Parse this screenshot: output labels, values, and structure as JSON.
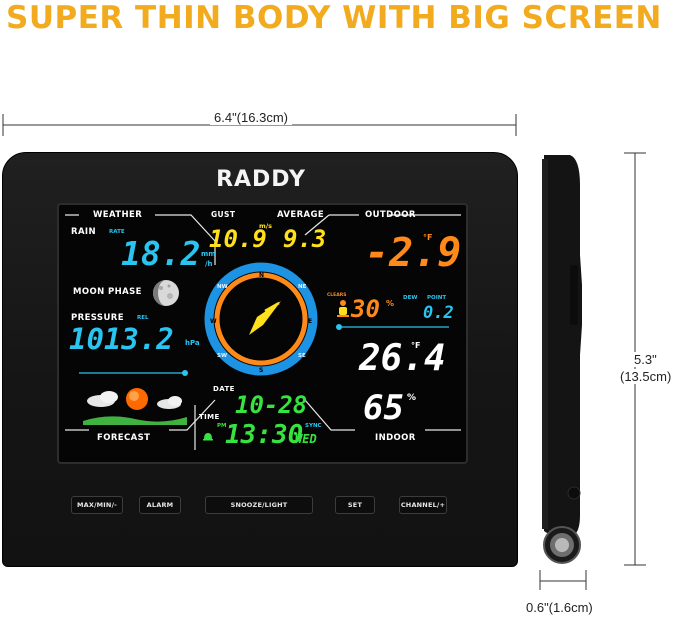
{
  "headline": "SUPER THIN BODY WITH BIG SCREEN",
  "dimensions": {
    "width": "6.4\"(16.3cm)",
    "height_in": "5.3\"",
    "height_cm": "(13.5cm)",
    "depth": "0.6\"(1.6cm)"
  },
  "device": {
    "brand": "RADDY",
    "buttons": [
      "MAX/MIN/-",
      "ALARM",
      "SNOOZE/LIGHT",
      "SET",
      "CHANNEL/+"
    ]
  },
  "screen": {
    "weather_label": "WEATHER",
    "rain_label": "RAIN",
    "rain_rate_label": "RATE",
    "rain_value": "18.2",
    "rain_unit_top": "mm",
    "rain_unit_bottom": "/h",
    "moon_phase_label": "MOON PHASE",
    "pressure_label": "PRESSURE",
    "pressure_rel_label": "REL",
    "pressure_value": "1013.2",
    "pressure_unit": "hPa",
    "forecast_label": "FORECAST",
    "gust_label": "GUST",
    "average_label": "AVERAGE",
    "wind_unit": "m/s",
    "gust_value": "10.9",
    "average_value": "9.3",
    "compass_n": "N",
    "compass_s": "S",
    "compass_e": "E",
    "compass_w": "W",
    "compass_nw": "NW",
    "compass_ne": "NE",
    "compass_sw": "SW",
    "compass_se": "SE",
    "outdoor_label": "OUTDOOR",
    "outdoor_temp": "-2.9",
    "outdoor_temp_unit": "°F",
    "outdoor_humidity": "30",
    "humidity_unit": "%",
    "clears_label": "CLEARS",
    "dew_label": "DEW",
    "point_label": "POINT",
    "dew_value": "0.2",
    "indoor_temp": "26.4",
    "indoor_temp_unit": "°F",
    "indoor_humidity": "65",
    "indoor_label": "INDOOR",
    "date_label": "DATE",
    "date_value": "10-28",
    "time_label": "TIME",
    "pm_label": "PM",
    "sync_label": "SYNC",
    "time_value": "13:30",
    "weekday": "WED"
  },
  "colors": {
    "headline": "#f2ab1e",
    "cyan": "#29c4f0",
    "yellow": "#ffe01a",
    "orange": "#ff8a1a",
    "green": "#36e33f",
    "compass_ring": "#1d93e3"
  }
}
